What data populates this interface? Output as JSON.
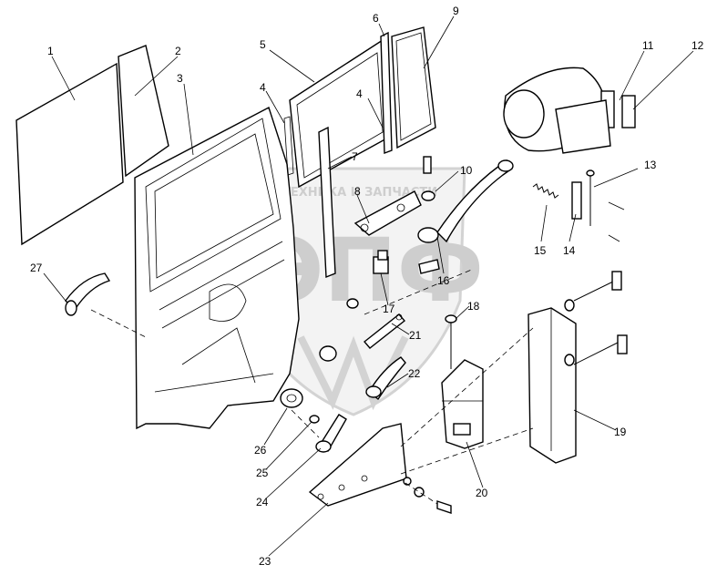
{
  "watermark": {
    "text": "ТЕХНИКА И ЗАПЧАСТИ",
    "logo": "ЭПФ"
  },
  "labels": [
    "1",
    "2",
    "3",
    "4",
    "5",
    "6",
    "9",
    "4",
    "7",
    "11",
    "12",
    "8",
    "10",
    "13",
    "15",
    "14",
    "16",
    "27",
    "17",
    "18",
    "21",
    "22",
    "19",
    "26",
    "25",
    "24",
    "20",
    "23"
  ],
  "colors": {
    "line": "#000000",
    "watermark": "#c9c9c9",
    "background": "#ffffff"
  }
}
